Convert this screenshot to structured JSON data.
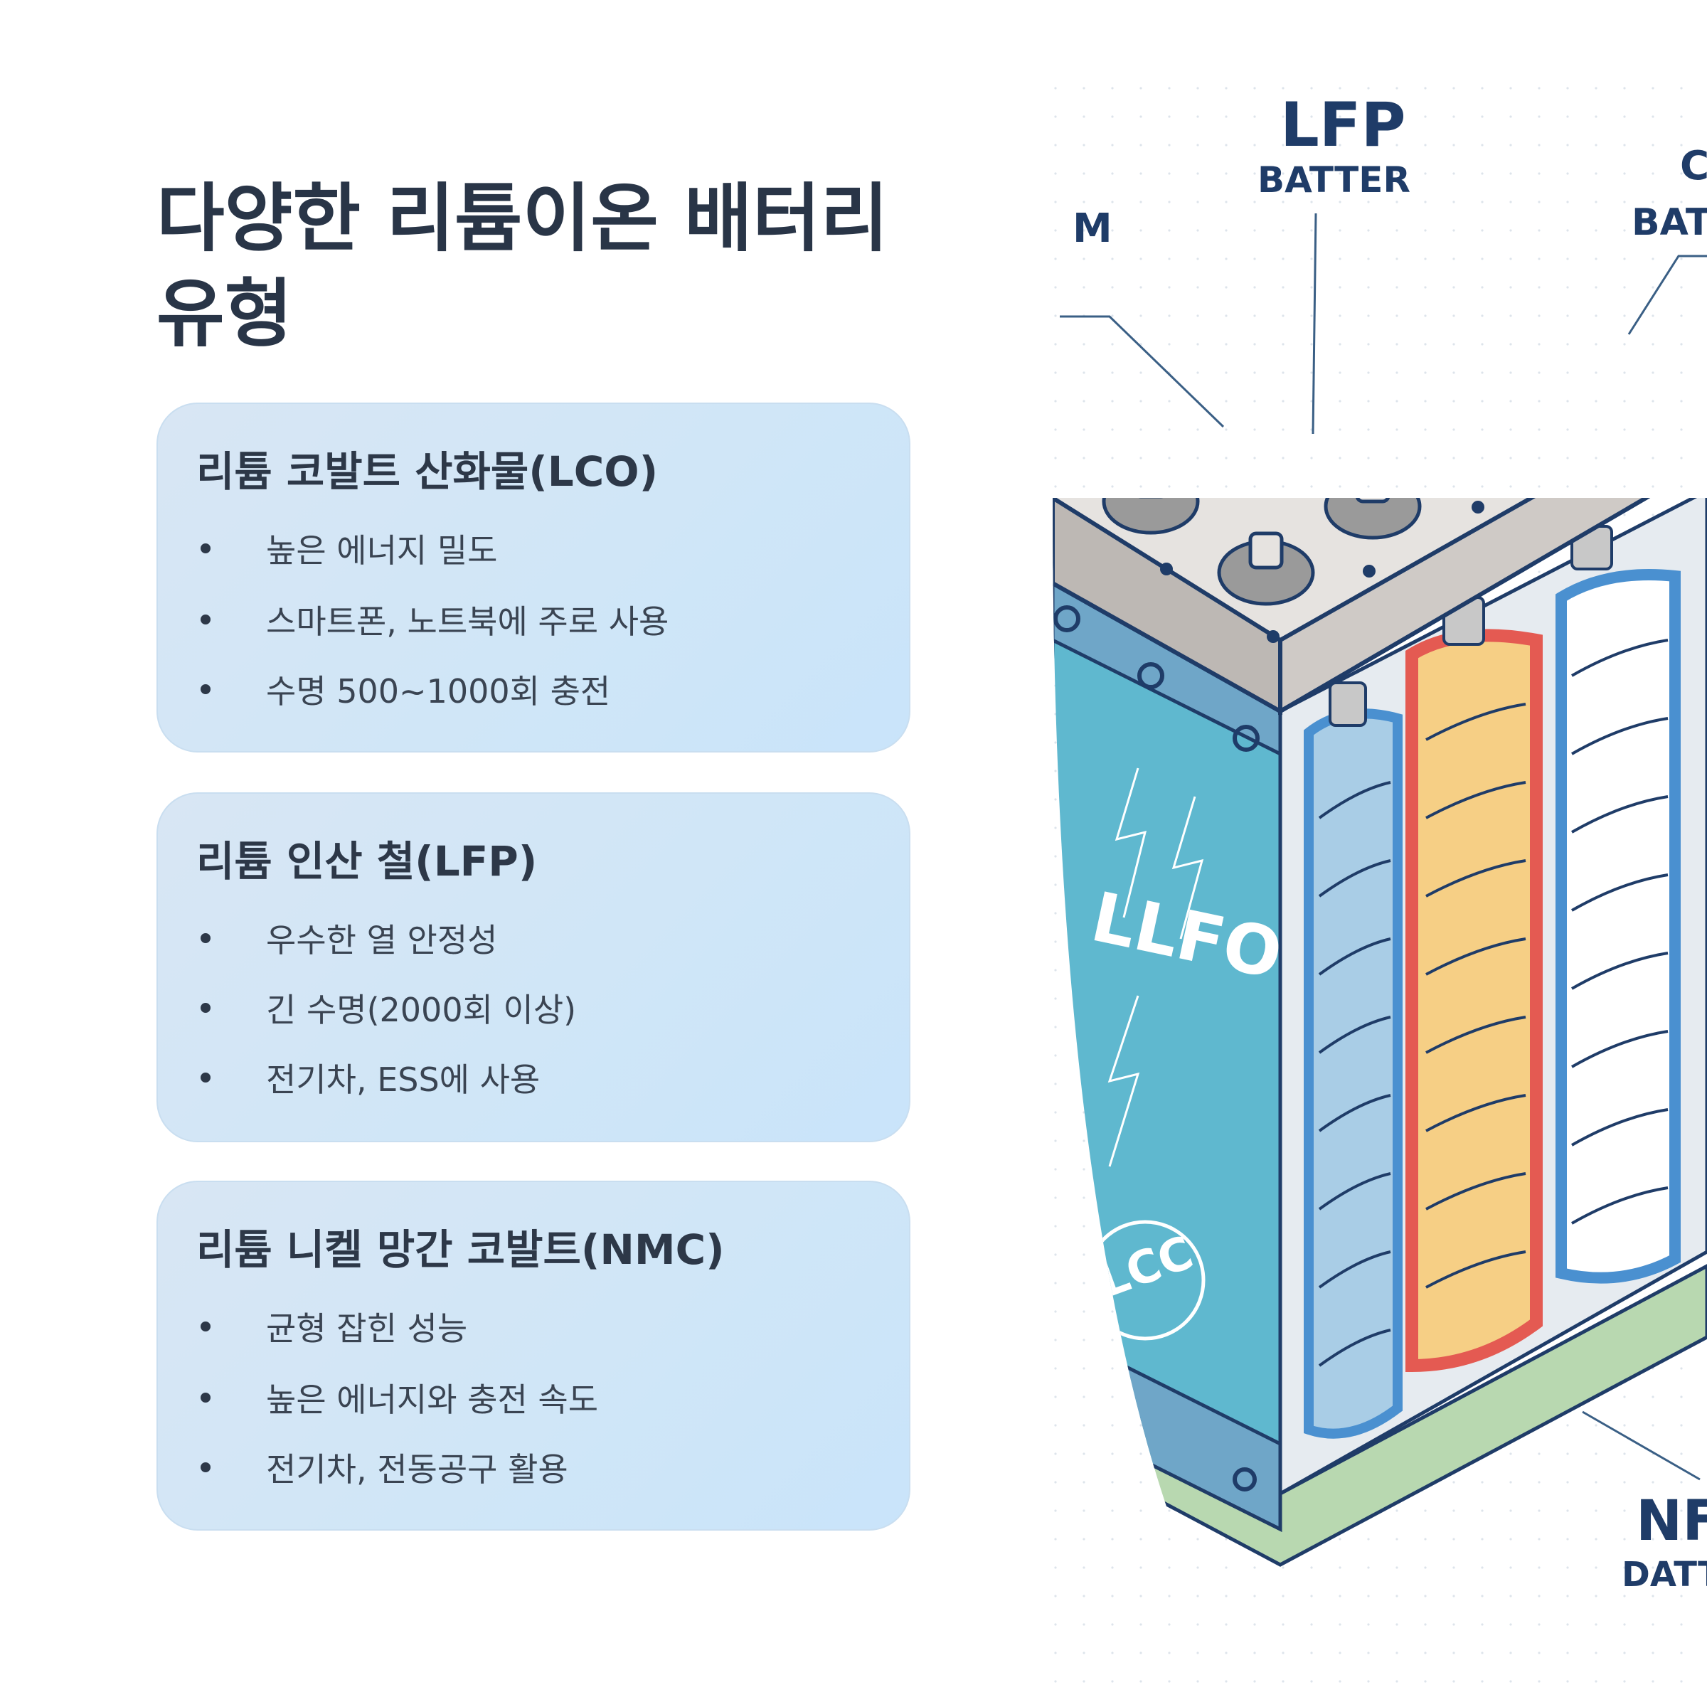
{
  "page": {
    "title": "다양한 리튬이온 배터리 유형"
  },
  "cards": [
    {
      "title": "리튬 코발트 산화물(LCO)",
      "bullets": [
        "높은 에너지 밀도",
        "스마트폰, 노트북에 주로 사용",
        "수명 500~1000회 충전"
      ]
    },
    {
      "title": "리튬 인산 철(LFP)",
      "bullets": [
        "우수한 열 안정성",
        "긴 수명(2000회 이상)",
        "전기차, ESS에 사용"
      ]
    },
    {
      "title": "리튬 니켈 망간 코발트(NMC)",
      "bullets": [
        "균형 잡힌 성능",
        "높은 에너지와 충전 속도",
        "전기차, 전동공구 활용"
      ]
    }
  ],
  "illustration": {
    "labels": {
      "lfp_title": "LFP",
      "lfp_sub": "BATTER",
      "top_right_title": "C",
      "top_right_sub": "BATT",
      "left_partial": "M",
      "side_text": "LLFO",
      "badge_text": "LCC",
      "bottom_right_title": "NF",
      "bottom_right_sub": "DATTE"
    },
    "colors": {
      "navy": "#1f3c68",
      "teal_panel": "#5fb8cf",
      "cell_blue": "#a9cde6",
      "cell_orange": "#f6cf85",
      "cell_red": "#e45a52",
      "cell_white": "#ffffff",
      "base_green": "#b8d8b0"
    }
  }
}
